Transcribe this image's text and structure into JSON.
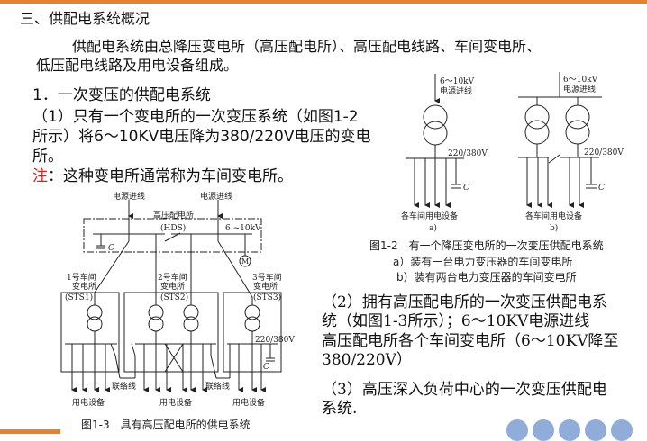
{
  "slide": {
    "section_title": "三、供配电系统概况",
    "intro_line1": "供配电系统由总降压变电所（高压配电所）、高压配电线路、车间变电所、",
    "intro_line2": "低压配电线路及用电设备组成。",
    "heading1": "1．一次变压的供配电系统",
    "item1_line1": "（1）只有一个变电所的一次变压系统（如图1-2",
    "item1_line2": "所示）将6～10KV电压降为380/220V电压的变电",
    "item1_line3": "所。",
    "note_label": "注",
    "note_text": "：这种变电所通常称为车间变电所。",
    "item2_line1": "（2）拥有高压配电所的一次变压供配电系",
    "item2_line2": "统（如图1-3所示）；6～10KV电源进线",
    "item2_line3": "高压配电所各个车间变电所（6～10KV降至",
    "item2_line4": "380/220V）",
    "item3_line1": "（3）高压深入负荷中心的一次变压供配电",
    "item3_line2": "系统."
  },
  "figure_1_2": {
    "a_voltage": "6～10kV",
    "a_source": "电源进线",
    "a_low_voltage": "220/380V",
    "a_cap": "C",
    "a_loads": "各车间用电设备",
    "a_label": "a)",
    "b_voltage": "6～10kV",
    "b_source": "电源进线",
    "b_low_voltage": "220/380V",
    "b_cap": "C",
    "b_loads": "各车间用电设备",
    "b_label": "b)",
    "caption": "图1-2　有一个降压变电所的一次变压供配电系统",
    "caption_a": "a）装有一台电力变压器的车间变电所",
    "caption_b": "b）装有两台电力变压器的车间变电所"
  },
  "figure_1_3": {
    "source_left": "电源进线",
    "source_right": "电源进线",
    "hds_name": "高压配电所",
    "hds_code": "(HDS)",
    "hv": "6 ~10kV",
    "cap": "C",
    "motor": "M",
    "sts1_l1": "1号车间",
    "sts1_l2": "变电所",
    "sts1_code": "(STS1)",
    "sts2_l1": "2号车间",
    "sts2_l2": "变电所",
    "sts2_code": "(STS2)",
    "sts3_l1": "3号车间",
    "sts3_l2": "变电所",
    "sts3_code": "(STS3)",
    "lv": "220/380V",
    "cap2": "C",
    "tie_left": "联络线",
    "tie_right": "联络线",
    "loads1": "用电设备",
    "loads2": "用电设备",
    "loads3": "用电设备",
    "caption": "图1-3　具有高压配电所的供电系统"
  },
  "nav": [
    "first-icon",
    "prev-icon",
    "home-icon",
    "next-icon",
    "last-icon"
  ],
  "colors": {
    "accent": "#e8822a",
    "note": "#e0201a",
    "nav": "#7b9fd1"
  }
}
